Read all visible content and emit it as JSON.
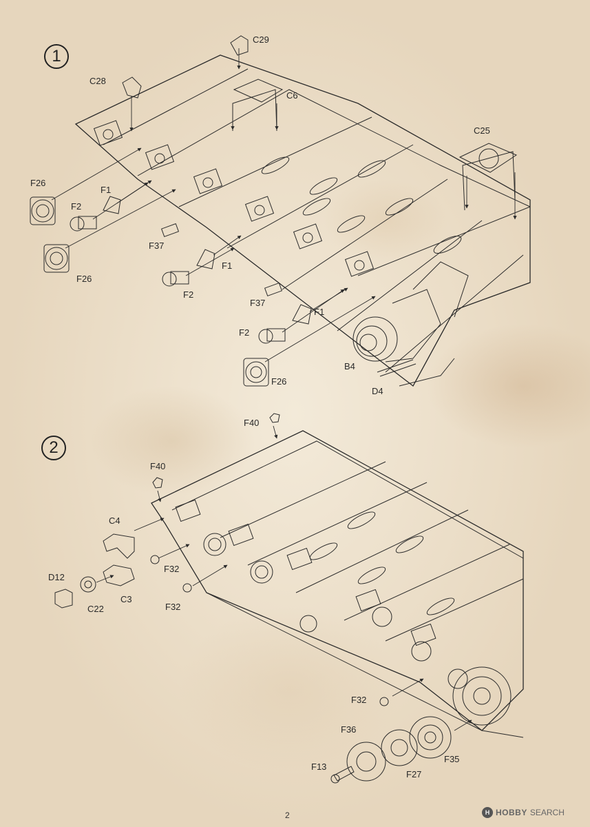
{
  "steps": [
    "1",
    "2"
  ],
  "step1_labels": {
    "C29": "C29",
    "C28": "C28",
    "C6": "C6",
    "C25": "C25",
    "F26a": "F26",
    "F1a": "F1",
    "F2a": "F2",
    "F26b": "F26",
    "F37a": "F37",
    "F1b": "F1",
    "F2b": "F2",
    "F37b": "F37",
    "F1c": "F1",
    "F2c": "F2",
    "F26c": "F26",
    "B4": "B4",
    "D4": "D4"
  },
  "step2_labels": {
    "F40a": "F40",
    "F40b": "F40",
    "C4": "C4",
    "F32a": "F32",
    "D12": "D12",
    "C22": "C22",
    "C3": "C3",
    "F32b": "F32",
    "F32c": "F32",
    "F36": "F36",
    "F13": "F13",
    "F27": "F27",
    "F35": "F35"
  },
  "footer": {
    "page_number": "2",
    "logo_mark": "H",
    "logo_brand": "HOBBY",
    "logo_suffix": "SEARCH"
  },
  "colors": {
    "line": "#2b2b2b",
    "paper": "#eee2cf"
  }
}
